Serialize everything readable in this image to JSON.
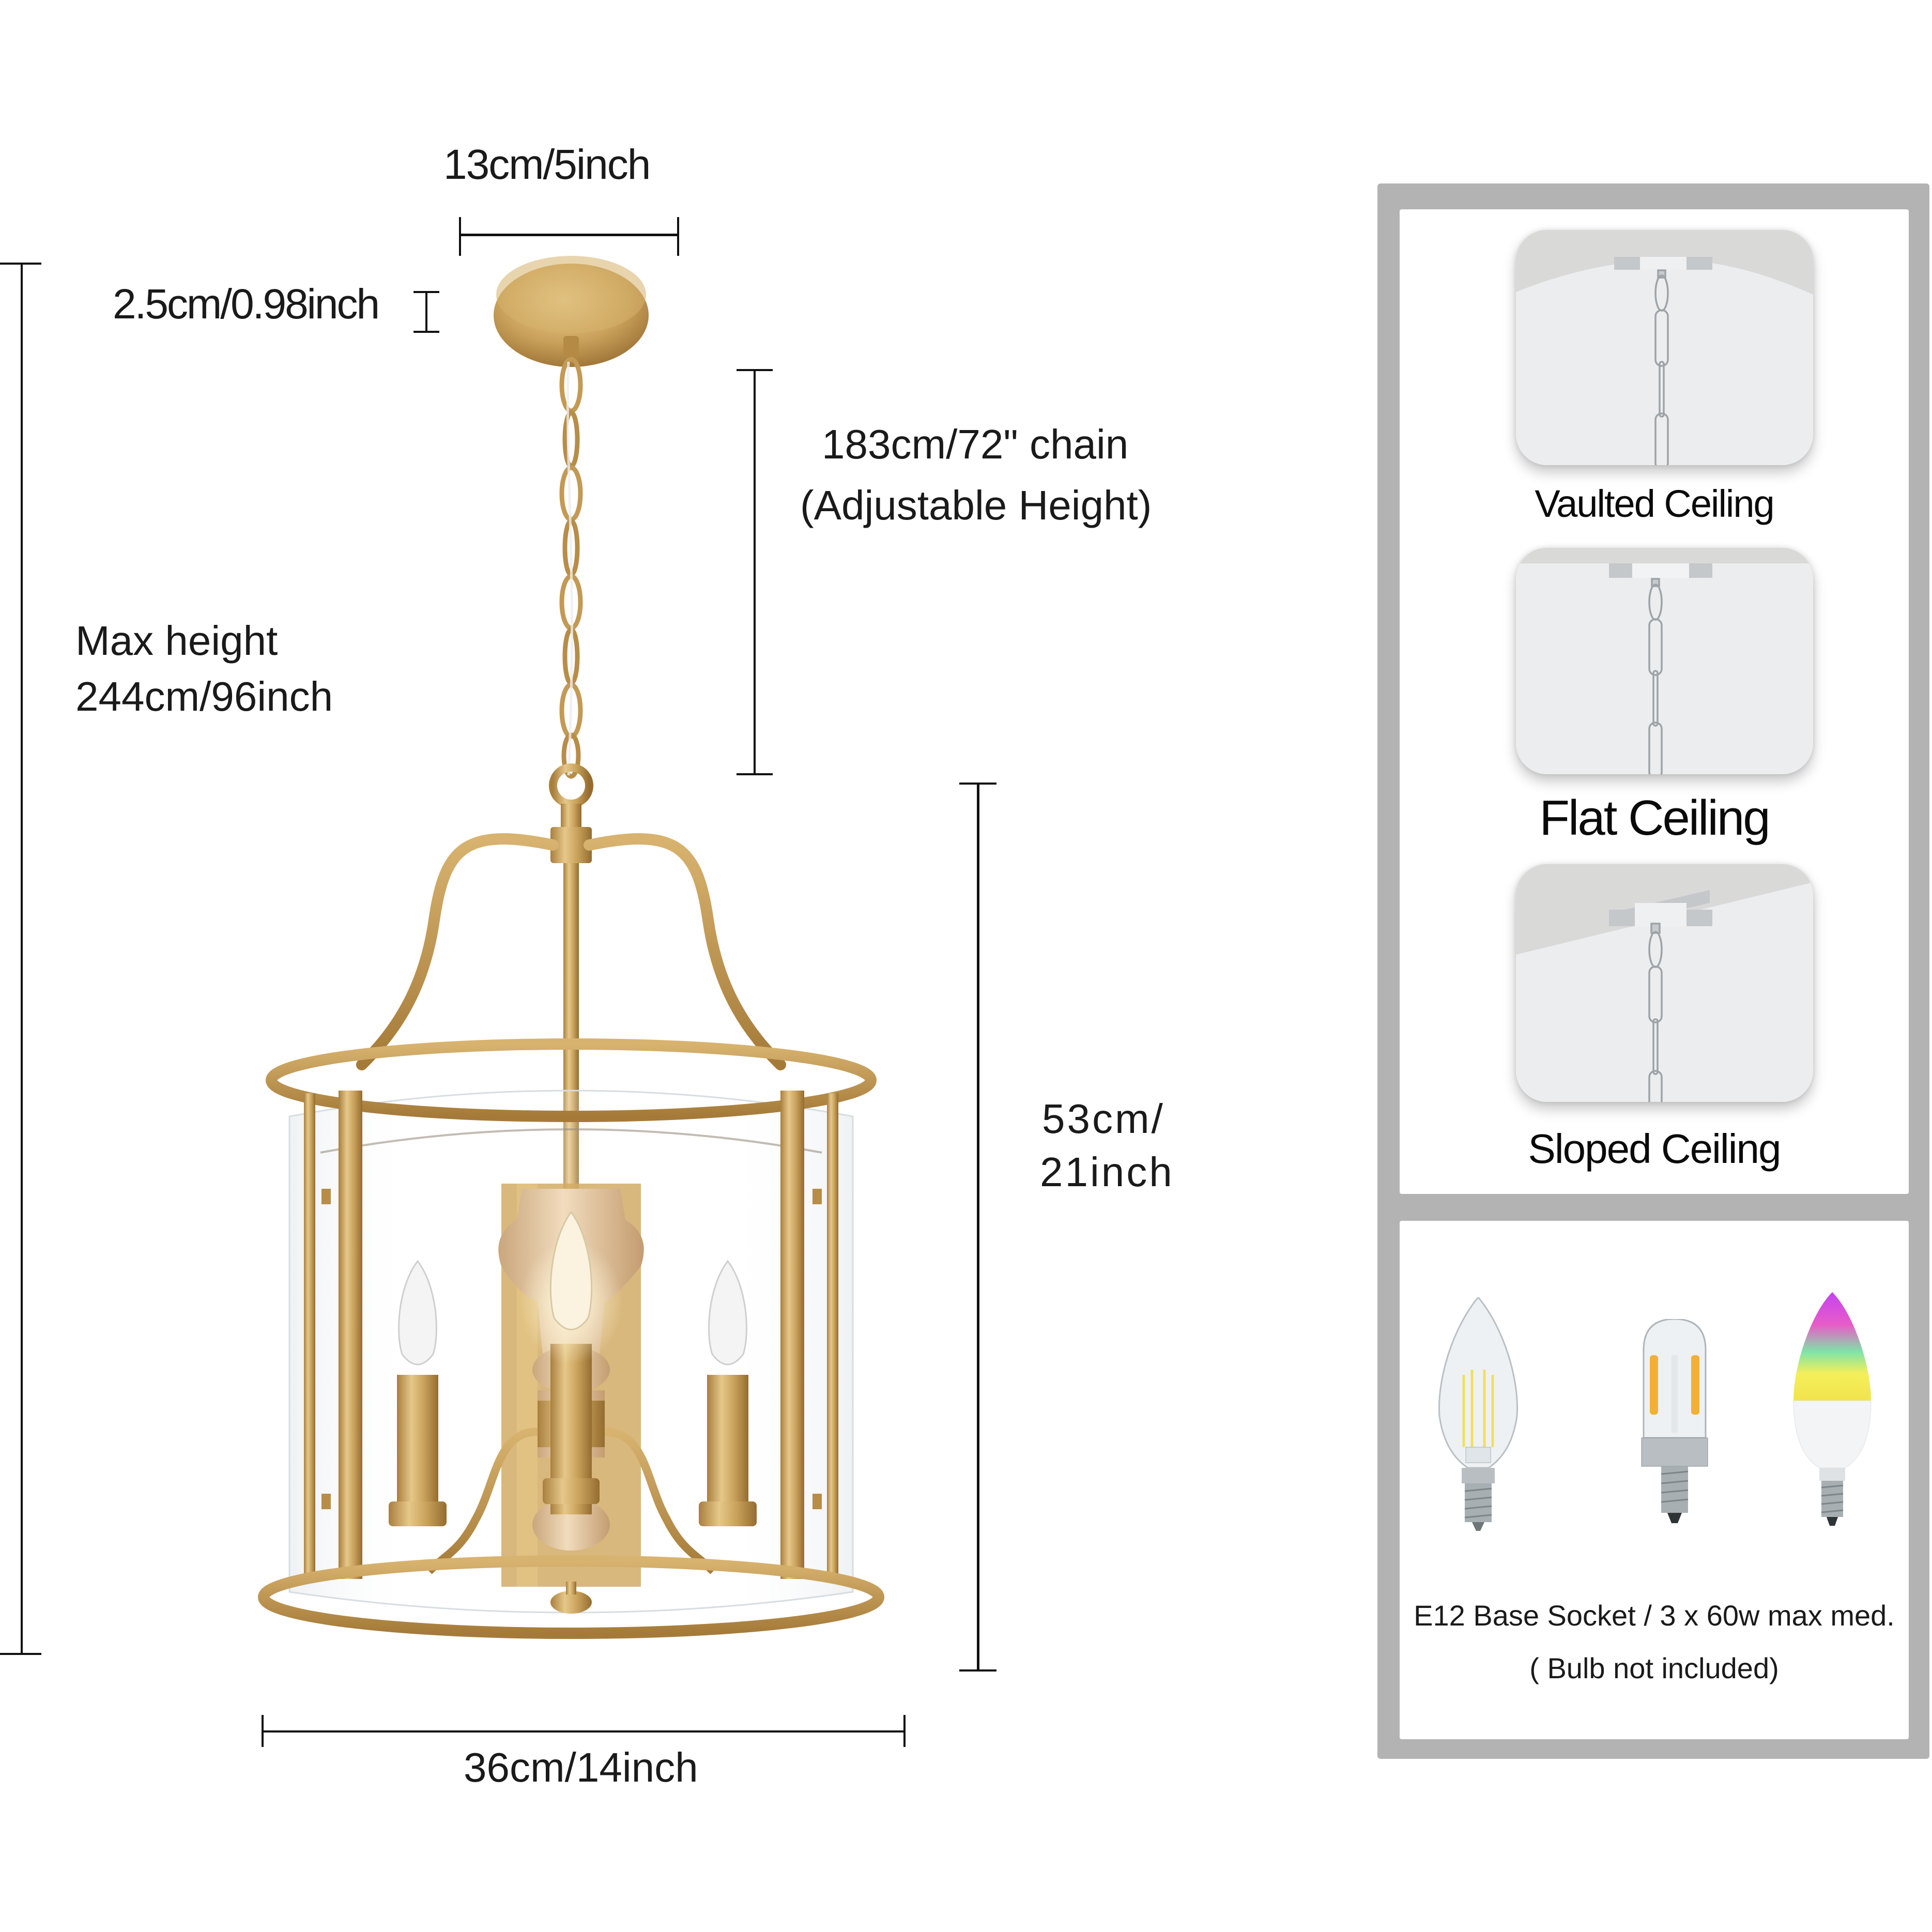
{
  "dimensions": {
    "canopy_width": "13cm/5inch",
    "canopy_height": "2.5cm/0.98inch",
    "chain_length_line1": "183cm/72\" chain",
    "chain_length_line2": "(Adjustable Height)",
    "max_height_line1": "Max height",
    "max_height_line2": "244cm/96inch",
    "body_height_line1": "53cm/",
    "body_height_line2": "21inch",
    "body_width": "36cm/14inch"
  },
  "product": {
    "type": "3-light lantern pendant",
    "finish_color": "#c9a25c",
    "wood_color": "#e0c29a",
    "lights": 3
  },
  "installation": {
    "options": [
      {
        "label": "Vaulted Ceiling",
        "ceiling": "vaulted"
      },
      {
        "label": "Flat Ceiling",
        "ceiling": "flat"
      },
      {
        "label": "Sloped Ceiling",
        "ceiling": "sloped"
      }
    ]
  },
  "bulbs": {
    "types": [
      {
        "name": "candelabra-filament-bulb"
      },
      {
        "name": "t-shape-filament-bulb"
      },
      {
        "name": "rgb-smart-candle-bulb"
      }
    ],
    "spec_line1": "E12 Base Socket / 3 x 60w max med.",
    "spec_line2": "( Bulb not included)"
  }
}
